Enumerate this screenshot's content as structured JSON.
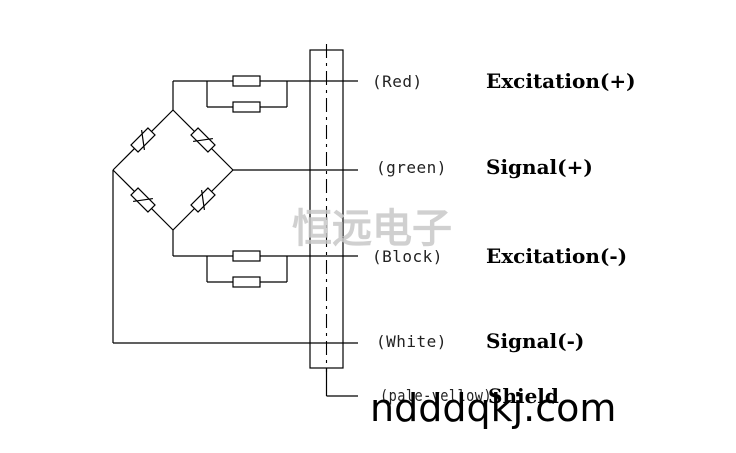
{
  "diagram": {
    "connections": [
      {
        "id": "red",
        "wire_color": "(Red)",
        "function": "Excitation(+)"
      },
      {
        "id": "green",
        "wire_color": "(green)",
        "function": "Signal(+)"
      },
      {
        "id": "black",
        "wire_color": "(Block)",
        "function": "Excitation(-)"
      },
      {
        "id": "white",
        "wire_color": "(White)",
        "function": "Signal(-)"
      },
      {
        "id": "shield",
        "wire_color": "(pale-yellow)",
        "function": "Shield"
      }
    ],
    "watermark": "恒远电子",
    "site": "ndddqkj.com"
  }
}
